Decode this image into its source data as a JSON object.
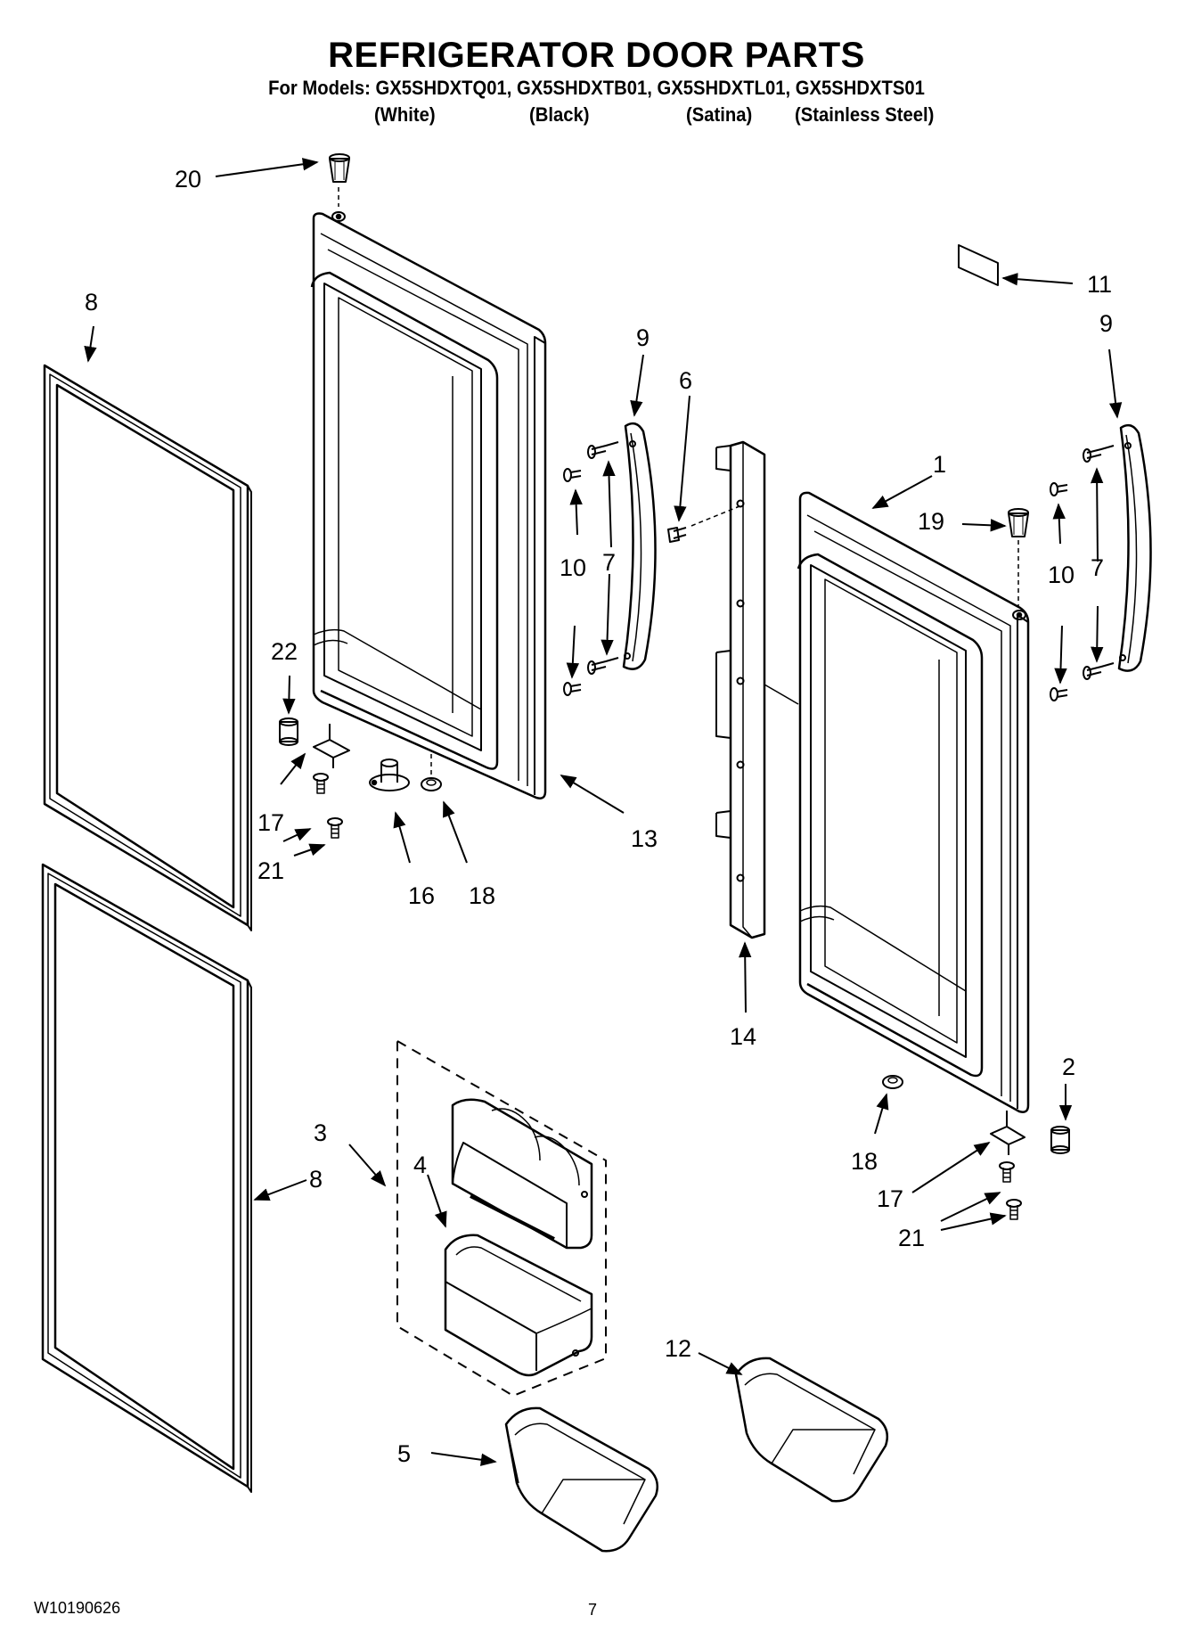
{
  "header": {
    "title": "REFRIGERATOR DOOR PARTS",
    "models": "For Models: GX5SHDXTQ01, GX5SHDXTB01, GX5SHDXTL01, GX5SHDXTS01",
    "variants": [
      "(White)",
      "(Black)",
      "(Satina)",
      "(Stainless Steel)"
    ]
  },
  "labels": {
    "p1": "1",
    "p2": "2",
    "p3": "3",
    "p4": "4",
    "p5": "5",
    "p6": "6",
    "p7a": "7",
    "p7b": "7",
    "p8a": "8",
    "p8b": "8",
    "p9a": "9",
    "p9b": "9",
    "p10a": "10",
    "p10b": "10",
    "p11": "11",
    "p12": "12",
    "p13": "13",
    "p14": "14",
    "p16": "16",
    "p17a": "17",
    "p17b": "17",
    "p18a": "18",
    "p18b": "18",
    "p19": "19",
    "p20": "20",
    "p21a": "21",
    "p21b": "21",
    "p22": "22"
  },
  "footer": {
    "doc_number": "W10190626",
    "page_number": "7"
  }
}
